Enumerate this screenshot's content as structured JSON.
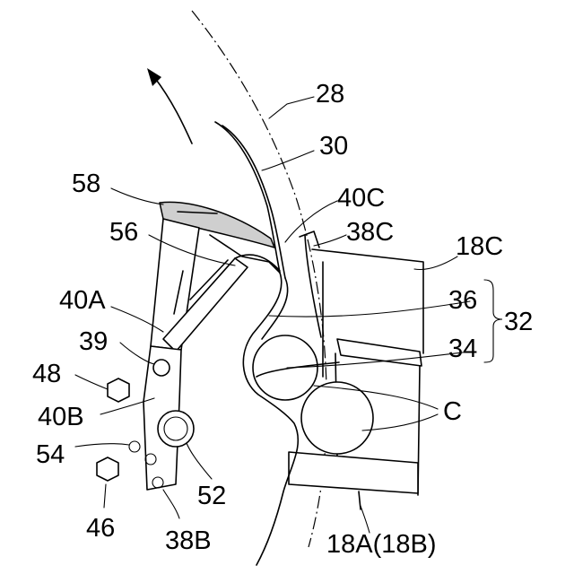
{
  "labels": {
    "l28": "28",
    "l30": "30",
    "l58": "58",
    "l40C": "40C",
    "l56": "56",
    "l38C": "38C",
    "l18C": "18C",
    "l40A": "40A",
    "l36": "36",
    "l32": "32",
    "l39": "39",
    "l34": "34",
    "l48": "48",
    "l40B": "40B",
    "lC": "C",
    "l54": "54",
    "l52": "52",
    "l46": "46",
    "l38B": "38B",
    "l18A": "18A(18B)"
  }
}
